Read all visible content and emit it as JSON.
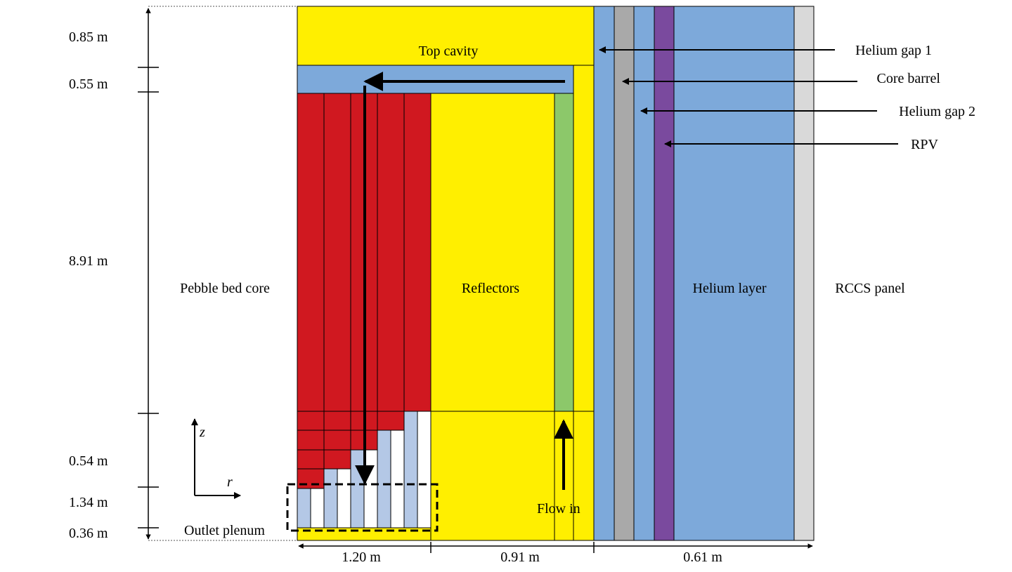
{
  "dimensions": {
    "vertical": [
      "0.85 m",
      "0.55 m",
      "8.91 m",
      "0.54 m",
      "1.34 m",
      "0.36 m"
    ],
    "horizontal": [
      "1.20 m",
      "0.91 m",
      "0.61 m"
    ]
  },
  "region_labels": {
    "top_cavity": "Top cavity",
    "pebble_bed_core": "Pebble bed core",
    "reflectors": "Reflectors",
    "helium_layer": "Helium layer",
    "rccs_panel": "RCCS panel",
    "outlet_plenum": "Outlet plenum",
    "flow_in": "Flow in"
  },
  "callouts": [
    "Helium gap 1",
    "Core barrel",
    "Helium gap 2",
    "RPV"
  ],
  "axes": {
    "z": "z",
    "r": "r"
  },
  "colors": {
    "reflector": "#FFEF00",
    "helium": "#7DA9DA",
    "core": "#D01820",
    "riser": "#8CC86A",
    "core_barrel": "#A9A9A9",
    "rpv": "#7A4A9E",
    "rccs": "#D9D9D9",
    "plenum_light": "#B4C8E6"
  }
}
